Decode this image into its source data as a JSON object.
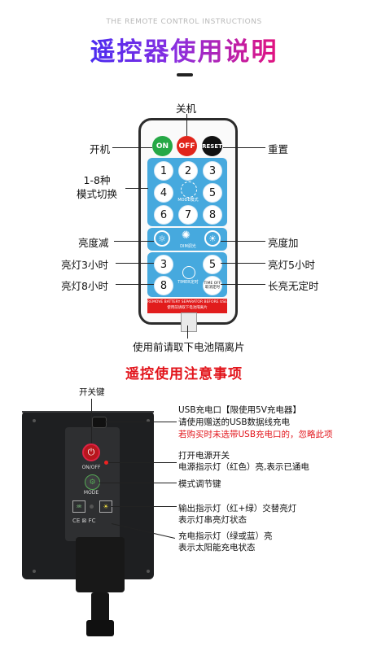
{
  "header": {
    "subtitle_en": "THE REMOTE CONTROL INSTRUCTIONS",
    "title_cn": "遥控器使用说明"
  },
  "remote": {
    "buttons": {
      "on": "ON",
      "off": "OFF",
      "reset": "RESET",
      "numbers": [
        "1",
        "2",
        "3",
        "4",
        "5",
        "6",
        "7",
        "8"
      ],
      "mode_label": "MODE模式",
      "dim_label": "DIM调光",
      "timer_label": "TIMER定时",
      "timeoff_label": "TIME OFF 取消定时",
      "timer_3": "3",
      "timer_5": "5",
      "timer_8": "8"
    },
    "strip_line1": "REMOVE BATTERY SEPARATOR BEFORE USE",
    "strip_line2": "使用前请取下电池隔离片",
    "callouts": {
      "off": "关机",
      "on": "开机",
      "reset": "重置",
      "modes": "1-8种\n模式切换",
      "dim_down": "亮度减",
      "dim_up": "亮度加",
      "timer3": "亮灯3小时",
      "timer5": "亮灯5小时",
      "timer8": "亮灯8小时",
      "timeoff": "长亮无定时",
      "battery": "使用前请取下电池隔离片"
    }
  },
  "section2": {
    "title": "遥控使用注意事项"
  },
  "device": {
    "switch_label": "ON/OFF",
    "mode_label": "MODE",
    "callouts": {
      "switch_key": "开关键",
      "usb_line1": "USB充电口【限使用5V充电器】",
      "usb_line2": "请使用赠送的USB数据线充电",
      "usb_line3": "若购买时未选带USB充电口的，忽略此项",
      "power_line1": "打开电源开关",
      "power_line2": "电源指示灯（红色）亮,表示已通电",
      "mode_key": "模式调节键",
      "output_line1": "输出指示灯（红+绿）交替亮灯",
      "output_line2": "表示灯串亮灯状态",
      "charge_line1": "充电指示灯（绿或蓝）亮",
      "charge_line2": "表示太阳能充电状态"
    },
    "marks": "CE ⊠ FC"
  },
  "colors": {
    "title_gradient": [
      "#4a2cf0",
      "#e3127d"
    ],
    "remote_blue": "#46a9de",
    "on_green": "#26a846",
    "off_red": "#e1251b",
    "reset_black": "#111111",
    "warning_red": "#e2141b"
  }
}
